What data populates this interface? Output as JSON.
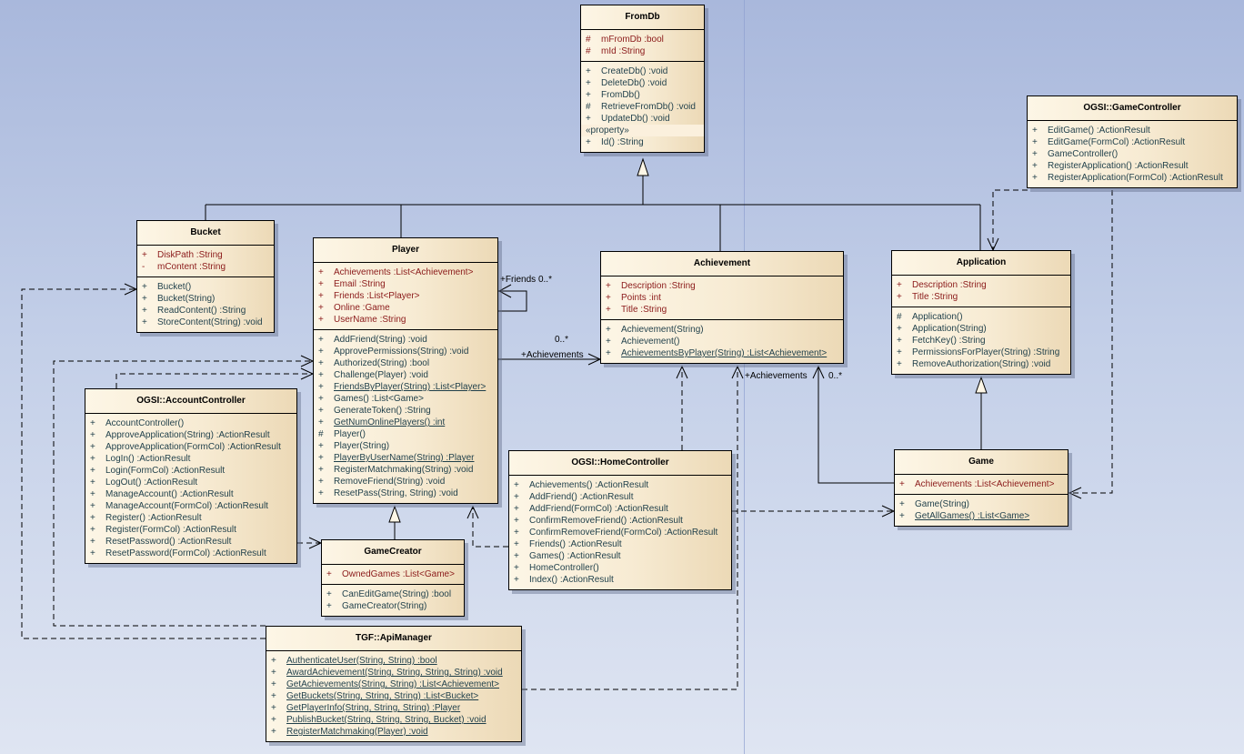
{
  "classes": {
    "fromdb": {
      "name": "FromDb",
      "attributes": [
        {
          "vis": "#",
          "text": "mFromDb  :bool",
          "static": false
        },
        {
          "vis": "#",
          "text": "mId  :String",
          "static": false
        }
      ],
      "operations": [
        {
          "vis": "+",
          "text": "CreateDb()  :void",
          "static": false
        },
        {
          "vis": "+",
          "text": "DeleteDb()  :void",
          "static": false
        },
        {
          "vis": "+",
          "text": "FromDb()",
          "static": false
        },
        {
          "vis": "#",
          "text": "RetrieveFromDb()  :void",
          "static": false
        },
        {
          "vis": "+",
          "text": "UpdateDb()  :void",
          "static": false
        }
      ],
      "stereotype": "«property»",
      "properties": [
        {
          "vis": "+",
          "text": "Id()  :String",
          "static": false
        }
      ]
    },
    "gamecontroller": {
      "name": "OGSI::GameController",
      "operations": [
        {
          "vis": "+",
          "text": "EditGame()  :ActionResult",
          "static": false
        },
        {
          "vis": "+",
          "text": "EditGame(FormCol)  :ActionResult",
          "static": false
        },
        {
          "vis": "+",
          "text": "GameController()",
          "static": false
        },
        {
          "vis": "+",
          "text": "RegisterApplication()  :ActionResult",
          "static": false
        },
        {
          "vis": "+",
          "text": "RegisterApplication(FormCol)  :ActionResult",
          "static": false
        }
      ]
    },
    "bucket": {
      "name": "Bucket",
      "attributes": [
        {
          "vis": "+",
          "text": "DiskPath  :String",
          "static": false
        },
        {
          "vis": "-",
          "text": "mContent  :String",
          "static": false
        }
      ],
      "operations": [
        {
          "vis": "+",
          "text": "Bucket()",
          "static": false
        },
        {
          "vis": "+",
          "text": "Bucket(String)",
          "static": false
        },
        {
          "vis": "+",
          "text": "ReadContent()  :String",
          "static": false
        },
        {
          "vis": "+",
          "text": "StoreContent(String)  :void",
          "static": false
        }
      ]
    },
    "player": {
      "name": "Player",
      "attributes": [
        {
          "vis": "+",
          "text": "Achievements  :List<Achievement>",
          "static": false
        },
        {
          "vis": "+",
          "text": "Email  :String",
          "static": false
        },
        {
          "vis": "+",
          "text": "Friends  :List<Player>",
          "static": false
        },
        {
          "vis": "+",
          "text": "Online  :Game",
          "static": false
        },
        {
          "vis": "+",
          "text": "UserName  :String",
          "static": false
        }
      ],
      "operations": [
        {
          "vis": "+",
          "text": "AddFriend(String)  :void",
          "static": false
        },
        {
          "vis": "+",
          "text": "ApprovePermissions(String)  :void",
          "static": false
        },
        {
          "vis": "+",
          "text": "Authorized(String)  :bool",
          "static": false
        },
        {
          "vis": "+",
          "text": "Challenge(Player)  :void",
          "static": false
        },
        {
          "vis": "+",
          "text": "FriendsByPlayer(String)  :List<Player>",
          "static": true
        },
        {
          "vis": "+",
          "text": "Games()  :List<Game>",
          "static": false
        },
        {
          "vis": "+",
          "text": "GenerateToken()  :String",
          "static": false
        },
        {
          "vis": "+",
          "text": "GetNumOnlinePlayers()  :int",
          "static": true
        },
        {
          "vis": "#",
          "text": "Player()",
          "static": false
        },
        {
          "vis": "+",
          "text": "Player(String)",
          "static": false
        },
        {
          "vis": "+",
          "text": "PlayerByUserName(String)  :Player",
          "static": true
        },
        {
          "vis": "+",
          "text": "RegisterMatchmaking(String)  :void",
          "static": false
        },
        {
          "vis": "+",
          "text": "RemoveFriend(String)  :void",
          "static": false
        },
        {
          "vis": "+",
          "text": "ResetPass(String, String)  :void",
          "static": false
        }
      ]
    },
    "achievement": {
      "name": "Achievement",
      "attributes": [
        {
          "vis": "+",
          "text": "Description  :String",
          "static": false
        },
        {
          "vis": "+",
          "text": "Points  :int",
          "static": false
        },
        {
          "vis": "+",
          "text": "Title  :String",
          "static": false
        }
      ],
      "operations": [
        {
          "vis": "+",
          "text": "Achievement(String)",
          "static": false
        },
        {
          "vis": "+",
          "text": "Achievement()",
          "static": false
        },
        {
          "vis": "+",
          "text": "AchievementsByPlayer(String)  :List<Achievement>",
          "static": true
        }
      ]
    },
    "application": {
      "name": "Application",
      "attributes": [
        {
          "vis": "+",
          "text": "Description  :String",
          "static": false
        },
        {
          "vis": "+",
          "text": "Title  :String",
          "static": false
        }
      ],
      "operations": [
        {
          "vis": "#",
          "text": "Application()",
          "static": false
        },
        {
          "vis": "+",
          "text": "Application(String)",
          "static": false
        },
        {
          "vis": "+",
          "text": "FetchKey()  :String",
          "static": false
        },
        {
          "vis": "+",
          "text": "PermissionsForPlayer(String)  :String",
          "static": false
        },
        {
          "vis": "+",
          "text": "RemoveAuthorization(String)  :void",
          "static": false
        }
      ]
    },
    "accountcontroller": {
      "name": "OGSI::AccountController",
      "operations": [
        {
          "vis": "+",
          "text": "AccountController()",
          "static": false
        },
        {
          "vis": "+",
          "text": "ApproveApplication(String)  :ActionResult",
          "static": false
        },
        {
          "vis": "+",
          "text": "ApproveApplication(FormCol)  :ActionResult",
          "static": false
        },
        {
          "vis": "+",
          "text": "LogIn()  :ActionResult",
          "static": false
        },
        {
          "vis": "+",
          "text": "Login(FormCol)  :ActionResult",
          "static": false
        },
        {
          "vis": "+",
          "text": "LogOut()  :ActionResult",
          "static": false
        },
        {
          "vis": "+",
          "text": "ManageAccount()  :ActionResult",
          "static": false
        },
        {
          "vis": "+",
          "text": "ManageAccount(FormCol)  :ActionResult",
          "static": false
        },
        {
          "vis": "+",
          "text": "Register()  :ActionResult",
          "static": false
        },
        {
          "vis": "+",
          "text": "Register(FormCol)  :ActionResult",
          "static": false
        },
        {
          "vis": "+",
          "text": "ResetPassword()  :ActionResult",
          "static": false
        },
        {
          "vis": "+",
          "text": "ResetPassword(FormCol)  :ActionResult",
          "static": false
        }
      ]
    },
    "homecontroller": {
      "name": "OGSI::HomeController",
      "operations": [
        {
          "vis": "+",
          "text": "Achievements()  :ActionResult",
          "static": false
        },
        {
          "vis": "+",
          "text": "AddFriend()  :ActionResult",
          "static": false
        },
        {
          "vis": "+",
          "text": "AddFriend(FormCol)  :ActionResult",
          "static": false
        },
        {
          "vis": "+",
          "text": "ConfirmRemoveFriend()  :ActionResult",
          "static": false
        },
        {
          "vis": "+",
          "text": "ConfirmRemoveFriend(FormCol)  :ActionResult",
          "static": false
        },
        {
          "vis": "+",
          "text": "Friends()  :ActionResult",
          "static": false
        },
        {
          "vis": "+",
          "text": "Games()  :ActionResult",
          "static": false
        },
        {
          "vis": "+",
          "text": "HomeController()",
          "static": false
        },
        {
          "vis": "+",
          "text": "Index()  :ActionResult",
          "static": false
        }
      ]
    },
    "gamecreator": {
      "name": "GameCreator",
      "attributes": [
        {
          "vis": "+",
          "text": "OwnedGames  :List<Game>",
          "static": false
        }
      ],
      "operations": [
        {
          "vis": "+",
          "text": "CanEditGame(String)  :bool",
          "static": false
        },
        {
          "vis": "+",
          "text": "GameCreator(String)",
          "static": false
        }
      ]
    },
    "apimanager": {
      "name": "TGF::ApiManager",
      "operations": [
        {
          "vis": "+",
          "text": "AuthenticateUser(String, String)  :bool",
          "static": true
        },
        {
          "vis": "+",
          "text": "AwardAchievement(String, String, String, String)  :void",
          "static": true
        },
        {
          "vis": "+",
          "text": "GetAchievements(String, String)  :List<Achievement>",
          "static": true
        },
        {
          "vis": "+",
          "text": "GetBuckets(String, String, String)  :List<Bucket>",
          "static": true
        },
        {
          "vis": "+",
          "text": "GetPlayerInfo(String, String, String)  :Player",
          "static": true
        },
        {
          "vis": "+",
          "text": "PublishBucket(String, String, String, Bucket)  :void",
          "static": true
        },
        {
          "vis": "+",
          "text": "RegisterMatchmaking(Player)  :void",
          "static": true
        }
      ]
    },
    "game": {
      "name": "Game",
      "attributes": [
        {
          "vis": "+",
          "text": "Achievements  :List<Achievement>",
          "static": false
        }
      ],
      "operations": [
        {
          "vis": "+",
          "text": "Game(String)",
          "static": false
        },
        {
          "vis": "+",
          "text": "GetAllGames()  :List<Game>",
          "static": true
        }
      ]
    }
  },
  "relationships": [
    {
      "type": "generalization",
      "from": "Bucket",
      "to": "FromDb"
    },
    {
      "type": "generalization",
      "from": "Player",
      "to": "FromDb"
    },
    {
      "type": "generalization",
      "from": "Achievement",
      "to": "FromDb"
    },
    {
      "type": "generalization",
      "from": "Application",
      "to": "FromDb"
    },
    {
      "type": "generalization",
      "from": "GameCreator",
      "to": "Player"
    },
    {
      "type": "generalization",
      "from": "Game",
      "to": "Application"
    },
    {
      "type": "association",
      "from": "Player",
      "to": "Player",
      "role": "+Friends",
      "multiplicity": "0..*"
    },
    {
      "type": "association",
      "from": "Player",
      "to": "Achievement",
      "role": "+Achievements",
      "multiplicity": "0..*"
    },
    {
      "type": "association",
      "from": "Game",
      "to": "Achievement",
      "role": "+Achievements",
      "multiplicity": "0..*"
    },
    {
      "type": "dependency",
      "from": "OGSI::AccountController",
      "to": "Player"
    },
    {
      "type": "dependency",
      "from": "OGSI::AccountController",
      "to": "GameCreator"
    },
    {
      "type": "dependency",
      "from": "OGSI::HomeController",
      "to": "Achievement"
    },
    {
      "type": "dependency",
      "from": "OGSI::HomeController",
      "to": "Player"
    },
    {
      "type": "dependency",
      "from": "OGSI::HomeController",
      "to": "Game"
    },
    {
      "type": "dependency",
      "from": "OGSI::GameController",
      "to": "Application"
    },
    {
      "type": "dependency",
      "from": "OGSI::GameController",
      "to": "Game"
    },
    {
      "type": "dependency",
      "from": "TGF::ApiManager",
      "to": "Bucket"
    },
    {
      "type": "dependency",
      "from": "TGF::ApiManager",
      "to": "Player"
    },
    {
      "type": "dependency",
      "from": "TGF::ApiManager",
      "to": "Achievement"
    }
  ],
  "labels": {
    "friends_role": "+Friends 0..*",
    "player_achievements_mult": "0..*",
    "player_achievements_role": "+Achievements",
    "game_achievements_role": "+Achievements",
    "game_achievements_mult": "0..*"
  }
}
